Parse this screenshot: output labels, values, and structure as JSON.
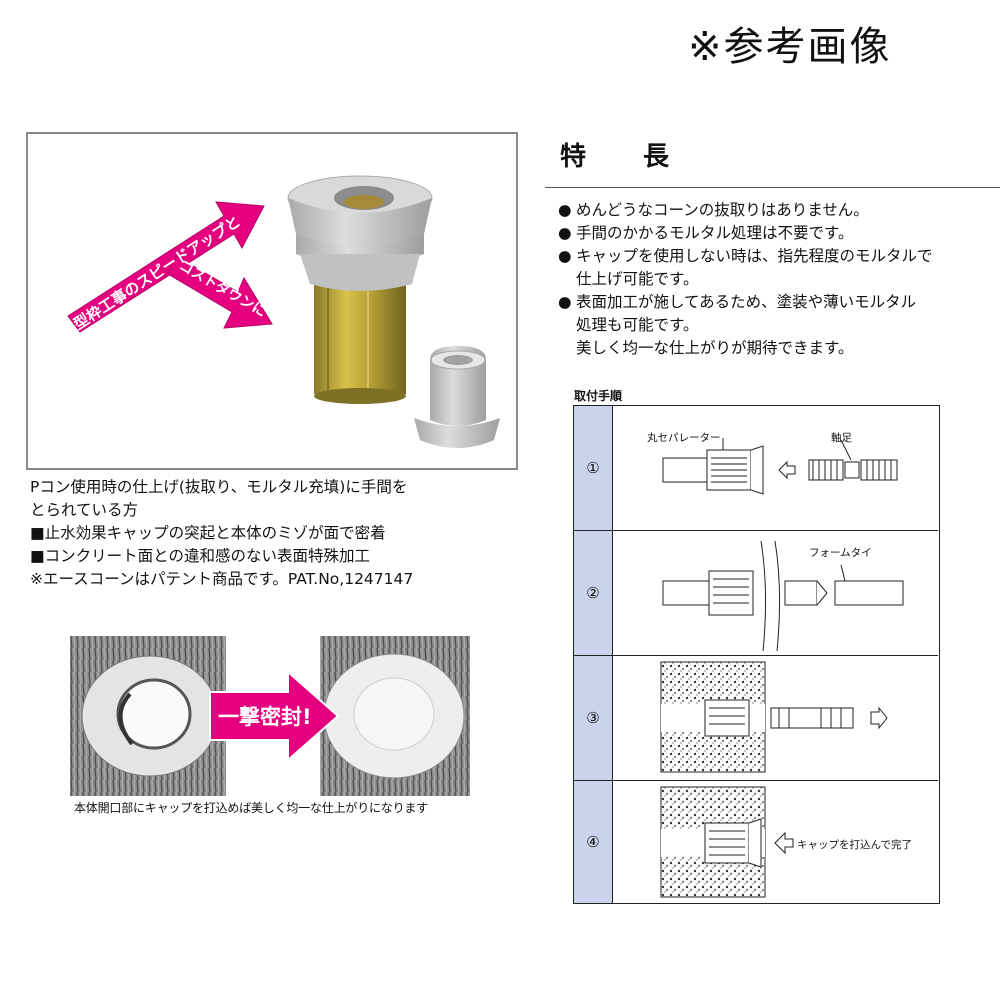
{
  "header": {
    "reference_label": "※参考画像"
  },
  "product_photo": {
    "arrow_text_1": "型枠工事のスピードアップと",
    "arrow_text_2": "コストダウンに"
  },
  "features": {
    "title": "特 長",
    "items": [
      {
        "bullet": "●",
        "lines": [
          "めんどうなコーンの抜取りはありません。"
        ]
      },
      {
        "bullet": "●",
        "lines": [
          "手間のかかるモルタル処理は不要です。"
        ]
      },
      {
        "bullet": "●",
        "lines": [
          "キャップを使用しない時は、指先程度のモルタルで",
          "仕上げ可能です。"
        ]
      },
      {
        "bullet": "●",
        "lines": [
          "表面加工が施してあるため、塗装や薄いモルタル",
          "処理も可能です。",
          "美しく均一な仕上がりが期待できます。"
        ]
      }
    ]
  },
  "description": {
    "lines": [
      "Pコン使用時の仕上げ(抜取り、モルタル充填)に手間を",
      "とられている方",
      "■止水効果キャップの突起と本体のミゾが面で密着",
      "■コンクリート面との違和感のない表面特殊加工",
      "※エースコーンはパテント商品です。PAT.No,1247147"
    ]
  },
  "comparison": {
    "arrow_text": "一撃密封!",
    "caption": "本体開口部にキャップを打込めば美しく均一な仕上がりになります"
  },
  "steps": {
    "title": "取付手順",
    "rows": [
      {
        "number": "①",
        "labels": [
          "丸セパレーター",
          "軸足"
        ]
      },
      {
        "number": "②",
        "labels": [
          "フォームタイ"
        ]
      },
      {
        "number": "③",
        "labels": []
      },
      {
        "number": "④",
        "labels": [
          "キャップを打込んで完了"
        ]
      }
    ]
  }
}
